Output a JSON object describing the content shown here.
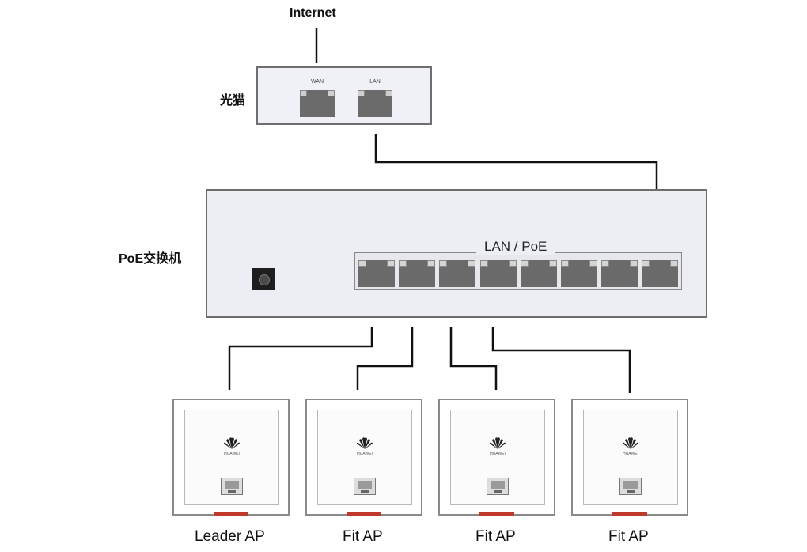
{
  "internet": {
    "label": "Internet"
  },
  "ont": {
    "label": "光猫",
    "ports": [
      {
        "label": "WAN"
      },
      {
        "label": "LAN"
      }
    ]
  },
  "switch": {
    "label": "PoE交换机",
    "port_group_label": "LAN / PoE",
    "port_count": 8
  },
  "aps": [
    {
      "label": "Leader AP",
      "brand": "HUAWEI"
    },
    {
      "label": "Fit AP",
      "brand": "HUAWEI"
    },
    {
      "label": "Fit AP",
      "brand": "HUAWEI"
    },
    {
      "label": "Fit AP",
      "brand": "HUAWEI"
    }
  ],
  "colors": {
    "line": "#111111",
    "device_border": "#6e6e6e",
    "port": "#6a6a6a",
    "ap_status_led": "#c0392b"
  }
}
